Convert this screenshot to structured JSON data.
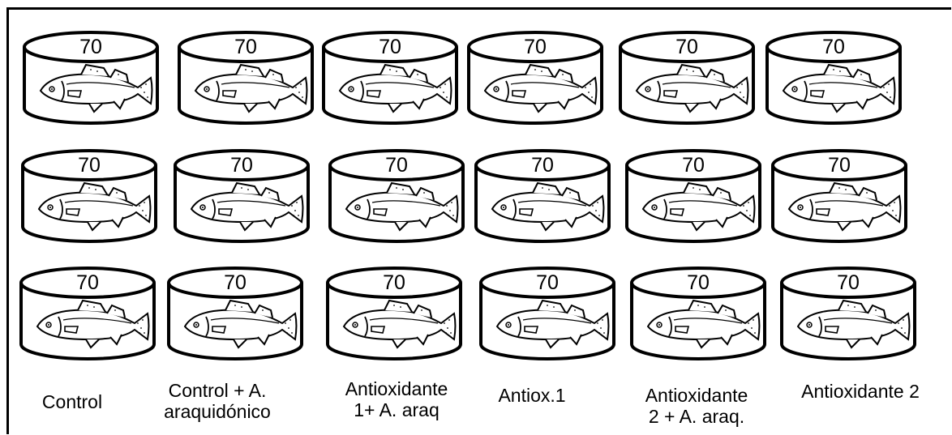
{
  "tank_count_label": "70",
  "rows": 3,
  "groups": [
    {
      "label_lines": [
        "Control"
      ]
    },
    {
      "label_lines": [
        "Control + A.",
        "araquidónico"
      ]
    },
    {
      "label_lines": [
        "Antioxidante",
        "1+ A. araq"
      ]
    },
    {
      "label_lines": [
        "Antiox.1"
      ]
    },
    {
      "label_lines": [
        "Antioxidante",
        "2 + A. araq."
      ]
    },
    {
      "label_lines": [
        "Antioxidante 2"
      ]
    }
  ]
}
